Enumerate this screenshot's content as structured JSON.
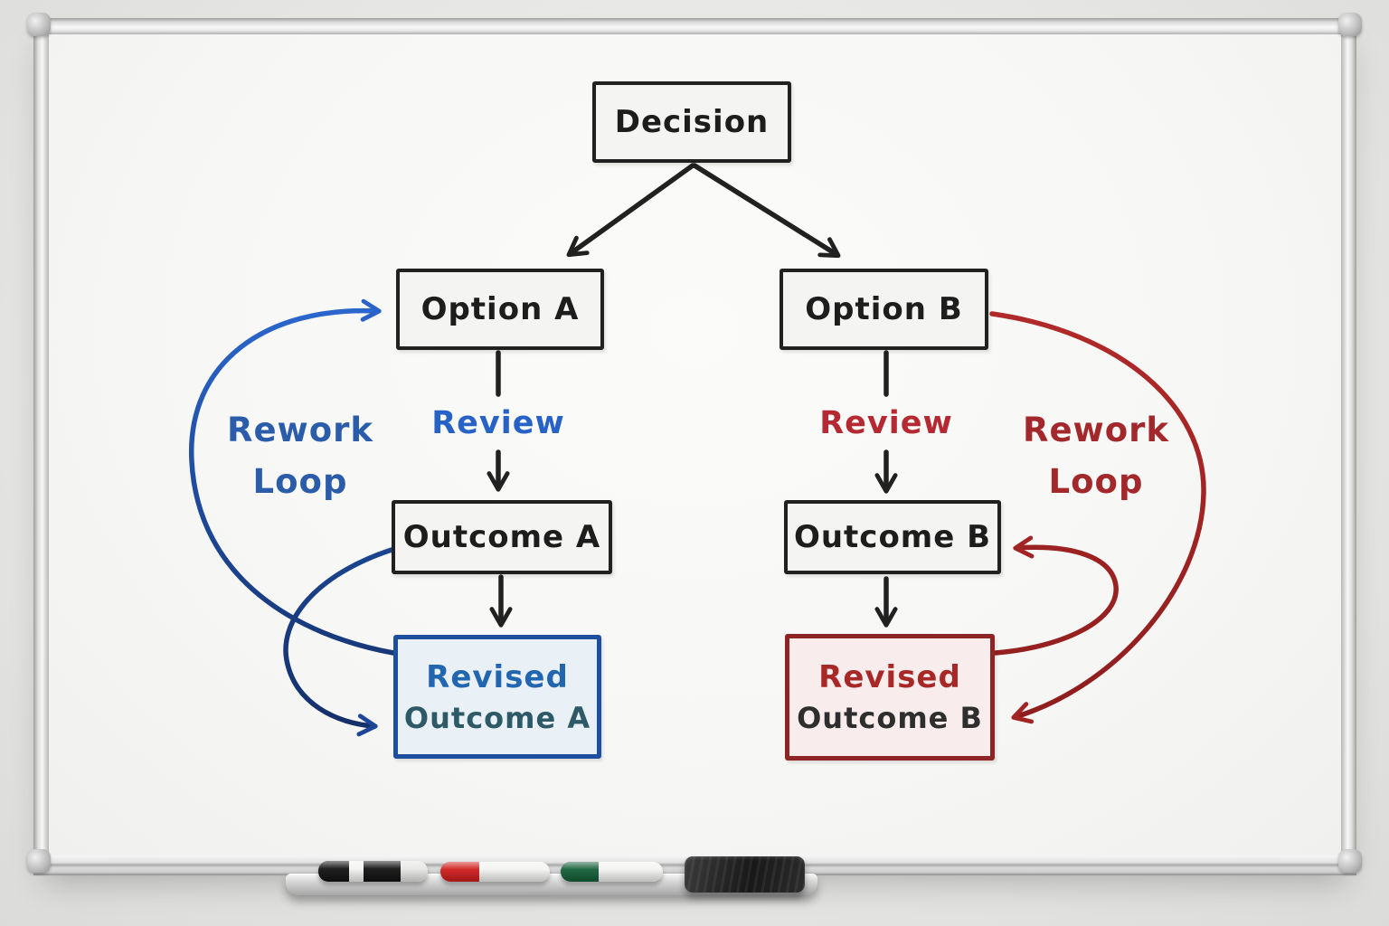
{
  "board": {
    "nodes": {
      "decision": "Decision",
      "option_a": "Option A",
      "option_b": "Option B",
      "outcome_a": "Outcome A",
      "outcome_b": "Outcome B",
      "revised_a_line1": "Revised",
      "revised_a_line2": "Outcome A",
      "revised_b_line1": "Revised",
      "revised_b_line2": "Outcome B"
    },
    "labels": {
      "review_a": "Review",
      "review_b": "Review",
      "rework_left_line1": "Rework",
      "rework_left_line2": "Loop",
      "rework_right_line1": "Rework",
      "rework_right_line2": "Loop"
    },
    "colors": {
      "ink_black": "#212121",
      "blue_curve_bright": "#2b68d0",
      "blue_curve_dark": "#142e66",
      "blue_text": "#2763c6",
      "blue_rework_text": "#2b5ca9",
      "blue_box_border": "#1d4f9e",
      "blue_box_fill": "#eaf1f6",
      "teal_text": "#2d5a66",
      "red_curve": "#a22424",
      "red_text": "#b52a32",
      "red_rework_text": "#a3282c",
      "red_box_border": "#8e2424",
      "red_box_fill": "#f8edec",
      "node_fill": "#f4f4f2",
      "surface": "#f7f7f5",
      "frame_silver": "#dcdcdc"
    }
  },
  "tray": {
    "items": [
      {
        "name": "black-marker",
        "cap_color": "#141414",
        "body_color": "#141414"
      },
      {
        "name": "red-marker",
        "cap_color": "#cf2020",
        "body_color": "#f3f3f2"
      },
      {
        "name": "green-marker",
        "cap_color": "#17603a",
        "body_color": "#f3f3f2"
      },
      {
        "name": "eraser",
        "cap_color": "#222222",
        "body_color": "#222222"
      }
    ]
  }
}
